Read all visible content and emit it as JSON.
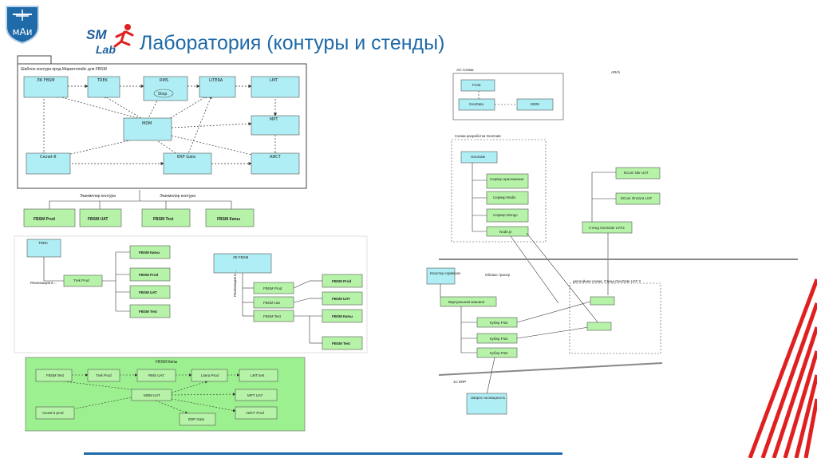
{
  "header": {
    "title": "Лаборатория (контуры и стенды)",
    "logo_sm": "SM",
    "logo_lab": "Lab",
    "mai_logo": "мАи"
  },
  "colors": {
    "cyan_node": "#aeeef4",
    "green_node": "#b6f3a8",
    "green_bg": "#9cf08f",
    "red_stripe": "#e02020",
    "title_blue": "#1f6aa8"
  },
  "panel1": {
    "title": "Шаблон контура прод Маркетплейс для FBSM",
    "nodes": [
      "ЛК FBSM",
      "TREK",
      "RMS",
      "LITERA",
      "LMT",
      "Step",
      "MDM",
      "MPT",
      "Скоwt-6",
      "ERP Gate",
      "АИСТ"
    ],
    "instance_label_1": "Экземпляр контура",
    "instance_label_2": "Экземпляр контура",
    "instances": [
      "FBSM Prod",
      "FBSM UAT",
      "FBSM Test",
      "FBSM Кипы"
    ]
  },
  "panel2": {
    "left_top": "TREK",
    "left_mid": "Trek Prod",
    "left_label": "Реализация в ...",
    "left_out": [
      "FBSM Кипы",
      "FBSM Prod",
      "FBSM UAT",
      "FBSM Test"
    ],
    "right_top": "ЛК FBSM",
    "right_label": "Реализация в ...",
    "right_mid": [
      "FBSM Prod",
      "FBSM Uat",
      "FBSM Test"
    ],
    "right_out": [
      "FBSM Prod",
      "FBSM UAT",
      "FBSM Кипы",
      "FBSM Test"
    ]
  },
  "panel3": {
    "title": "FBSM Кипы",
    "nodes": [
      "FBSM Test",
      "Trek Prod",
      "RMS UAT",
      "Litera Prod",
      "LMT test",
      "MDM UAT",
      "MPT UAT",
      "Скоwt-6 prod",
      "АИСТ Prod",
      "ERP Gate"
    ]
  },
  "right": {
    "arc_title": "Arc Схема",
    "arch_label": "ARch",
    "arc_nodes": [
      "Front",
      "GeoData",
      "MDM"
    ],
    "geo_title": "Схема разработки GeoGate",
    "geo_nodes": [
      "GeoGate",
      "Сервер приложения",
      "Сервер Redis",
      "Сервер Mongo",
      "Node.js"
    ],
    "ecom": [
      "ECom Sbr UAT",
      "ECom Оплати UAT"
    ],
    "stand": "Стенд GeoGate UAT2",
    "cluster": "Кластер серверов",
    "cloud": "Облако трасер",
    "virtual": "Виртуальная машина",
    "kubers": [
      "Кубер PoD",
      "Кубер PoD",
      "Кубер PoD"
    ],
    "deploy_label": "деплойная схема. Стенд GeoGate UAT 2",
    "erp_label": "1С ERP",
    "erp_node": "Запрос на мощность"
  }
}
